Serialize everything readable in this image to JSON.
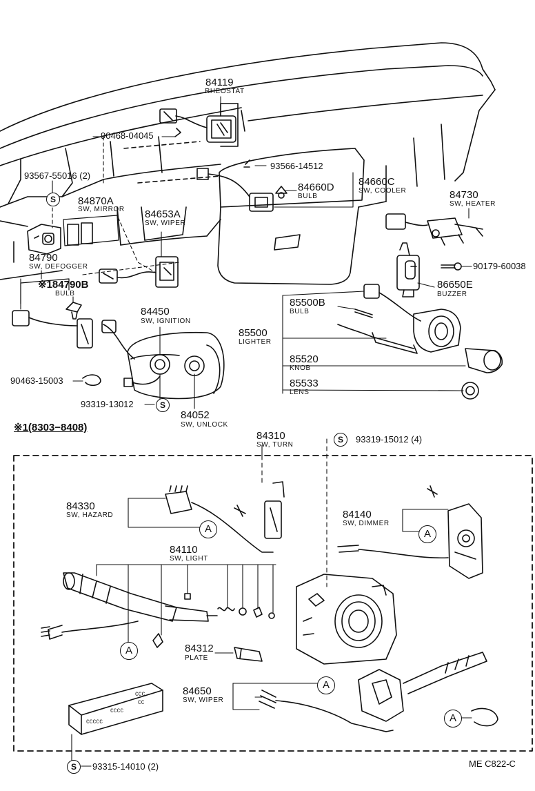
{
  "parts": {
    "p84119": {
      "number": "84119",
      "name": "RHEOSTAT"
    },
    "p90468": {
      "number": "90468-04045"
    },
    "p93567": {
      "number": "93567-55016 (2)"
    },
    "p93566": {
      "number": "93566-14512"
    },
    "p84660C": {
      "number": "84660C",
      "name": "SW, COOLER"
    },
    "p84660D": {
      "number": "84660D",
      "name": "BULB"
    },
    "p84870A": {
      "number": "84870A",
      "name": "SW, MIRROR"
    },
    "p84653A": {
      "number": "84653A",
      "name": "SW, WIPER"
    },
    "p84730": {
      "number": "84730",
      "name": "SW, HEATER"
    },
    "p84790": {
      "number": "84790",
      "name": "SW, DEFOGGER"
    },
    "p84790B": {
      "number": "※184790B",
      "name": "BULB"
    },
    "p90179": {
      "number": "90179-60038"
    },
    "p86650E": {
      "number": "86650E",
      "name": "BUZZER"
    },
    "p84450": {
      "number": "84450",
      "name": "SW, IGNITION"
    },
    "p85500B": {
      "number": "85500B",
      "name": "BULB"
    },
    "p85500": {
      "number": "85500",
      "name": "LIGHTER"
    },
    "p85520": {
      "number": "85520",
      "name": "KNOB"
    },
    "p85533": {
      "number": "85533",
      "name": "LENS"
    },
    "p90463": {
      "number": "90463-15003"
    },
    "p93319a": {
      "number": "93319-13012"
    },
    "p84052": {
      "number": "84052",
      "name": "SW, UNLOCK"
    },
    "p84310": {
      "number": "84310",
      "name": "SW, TURN"
    },
    "p93319b": {
      "number": "93319-15012 (4)"
    },
    "p84330": {
      "number": "84330",
      "name": "SW, HAZARD"
    },
    "p84140": {
      "number": "84140",
      "name": "SW, DIMMER"
    },
    "p84110": {
      "number": "84110",
      "name": "SW, LIGHT"
    },
    "p84312": {
      "number": "84312",
      "name": "PLATE"
    },
    "p84650": {
      "number": "84650",
      "name": "SW, WIPER"
    },
    "p93315": {
      "number": "93315-14010 (2)"
    }
  },
  "section_note": "※1(8303−8408)",
  "callout_a": "A",
  "callout_s": "S",
  "footer_ref": "ME  C822-C"
}
